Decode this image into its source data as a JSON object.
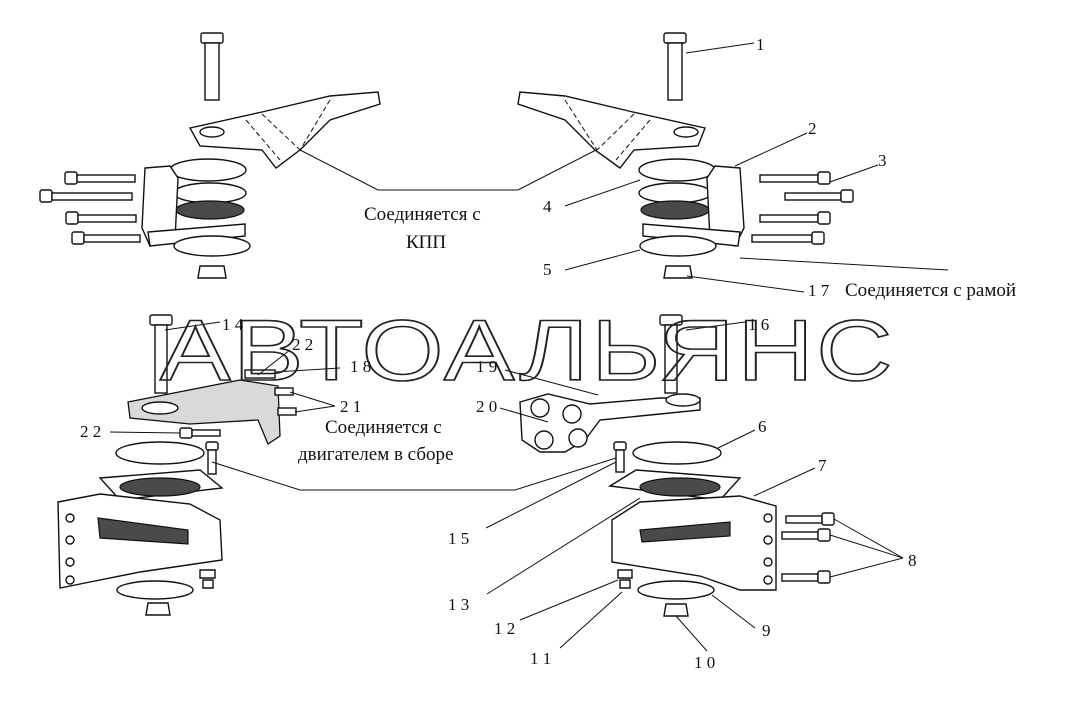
{
  "watermark": "АВТОАЛЬЯНС",
  "notes": {
    "gearbox": [
      "Соединяется с",
      "КПП"
    ],
    "frame": "Соединяется с рамой",
    "engine": [
      "Соединяется с",
      "двигателем в сборе"
    ]
  },
  "callouts": {
    "n1": "1",
    "n2": "2",
    "n3": "3",
    "n4": "4",
    "n5": "5",
    "n6": "6",
    "n7": "7",
    "n8": "8",
    "n9": "9",
    "n10": "1 0",
    "n11": "1 1",
    "n12": "1 2",
    "n13": "1 3",
    "n14": "1 4",
    "n15": "1 5",
    "n16": "1 6",
    "n17": "1 7",
    "n18": "1 8",
    "n19": "1 9",
    "n20": "2 0",
    "n21": "2 1",
    "n22a": "2 2",
    "n22b": "2 2"
  }
}
